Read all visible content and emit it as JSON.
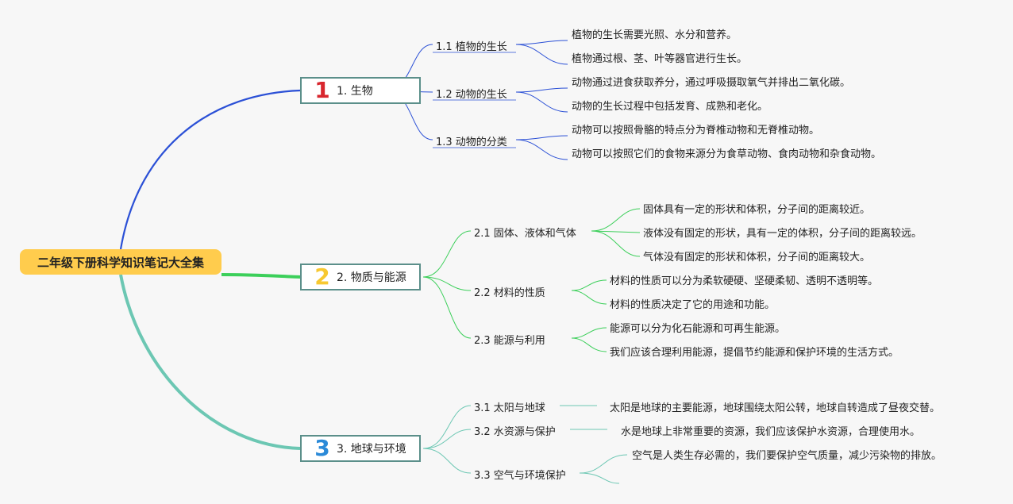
{
  "root": {
    "label": "二年级下册科学知识笔记大全集"
  },
  "topics": [
    {
      "number": "1",
      "label": "1. 生物",
      "color": "#2b50d6",
      "number_color": "#d8262e",
      "subs": [
        {
          "label": "1.1 植物的生长",
          "leaves": [
            "植物的生长需要光照、水分和营养。",
            "植物通过根、茎、叶等器官进行生长。"
          ]
        },
        {
          "label": "1.2 动物的生长",
          "leaves": [
            "动物通过进食获取养分，通过呼吸摄取氧气并排出二氧化碳。",
            "动物的生长过程中包括发育、成熟和老化。"
          ]
        },
        {
          "label": "1.3 动物的分类",
          "leaves": [
            "动物可以按照骨骼的特点分为脊椎动物和无脊椎动物。",
            "动物可以按照它们的食物来源分为食草动物、食肉动物和杂食动物。"
          ]
        }
      ]
    },
    {
      "number": "2",
      "label": "2. 物质与能源",
      "color": "#3ccf5a",
      "number_color": "#f7c830",
      "subs": [
        {
          "label": "2.1 固体、液体和气体",
          "leaves": [
            "固体具有一定的形状和体积，分子间的距离较近。",
            "液体没有固定的形状，具有一定的体积，分子间的距离较远。",
            "气体没有固定的形状和体积，分子间的距离较大。"
          ]
        },
        {
          "label": "2.2 材料的性质",
          "leaves": [
            "材料的性质可以分为柔软硬硬、坚硬柔韧、透明不透明等。",
            "材料的性质决定了它的用途和功能。"
          ]
        },
        {
          "label": "2.3 能源与利用",
          "leaves": [
            "能源可以分为化石能源和可再生能源。",
            "我们应该合理利用能源，提倡节约能源和保护环境的生活方式。"
          ]
        }
      ]
    },
    {
      "number": "3",
      "label": "3. 地球与环境",
      "color": "#6cc7b3",
      "number_color": "#2b8ad8",
      "subs": [
        {
          "label": "3.1 太阳与地球",
          "leaves": [
            "太阳是地球的主要能源，地球围绕太阳公转，地球自转造成了昼夜交替。"
          ]
        },
        {
          "label": "3.2 水资源与保护",
          "leaves": [
            "水是地球上非常重要的资源，我们应该保护水资源，合理使用水。"
          ]
        },
        {
          "label": "3.3 空气与环境保护",
          "leaves": [
            "空气是人类生存必需的，我们要保护空气质量，减少污染物的排放。",
            ""
          ]
        }
      ]
    }
  ]
}
